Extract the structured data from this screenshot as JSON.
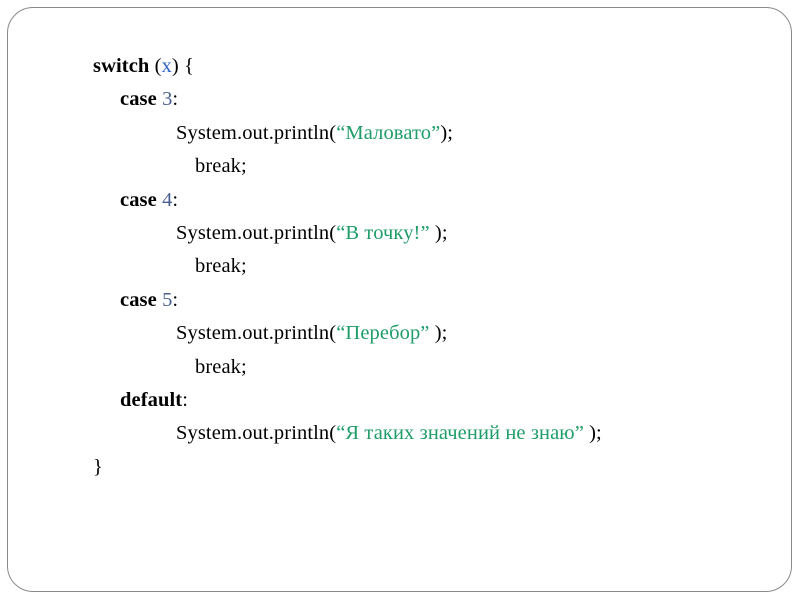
{
  "slide": {
    "background_color": "#ffffff",
    "border_color": "#8a8a8a",
    "accent_keyword_color": "#000000",
    "string_color": "#1f9d68",
    "number_color": "#4a6090",
    "variable_color": "#2f62c4"
  },
  "code": {
    "language": "Java",
    "lines": [
      {
        "id": "line-switch",
        "indent": 0,
        "tokens": [
          {
            "kind": "kw",
            "text": "switch"
          },
          {
            "kind": "plain",
            "text": " ("
          },
          {
            "kind": "var",
            "text": "x"
          },
          {
            "kind": "plain",
            "text": ") {"
          }
        ]
      },
      {
        "id": "line-case-3",
        "indent": 1,
        "tokens": [
          {
            "kind": "kw",
            "text": "case"
          },
          {
            "kind": "plain",
            "text": " "
          },
          {
            "kind": "num",
            "text": "3"
          },
          {
            "kind": "plain",
            "text": ":"
          }
        ]
      },
      {
        "id": "line-println-3",
        "indent": 2,
        "tokens": [
          {
            "kind": "plain",
            "text": "System.out.println("
          },
          {
            "kind": "str",
            "text": "“Маловато”"
          },
          {
            "kind": "plain",
            "text": ");"
          }
        ]
      },
      {
        "id": "line-break-3",
        "indent": 3,
        "tokens": [
          {
            "kind": "plain",
            "text": "break;"
          }
        ]
      },
      {
        "id": "line-case-4",
        "indent": 1,
        "tokens": [
          {
            "kind": "kw",
            "text": "case"
          },
          {
            "kind": "plain",
            "text": " "
          },
          {
            "kind": "num",
            "text": "4"
          },
          {
            "kind": "plain",
            "text": ":"
          }
        ]
      },
      {
        "id": "line-println-4",
        "indent": 2,
        "tokens": [
          {
            "kind": "plain",
            "text": "System.out.println("
          },
          {
            "kind": "str",
            "text": "“В точку!”"
          },
          {
            "kind": "plain",
            "text": " );"
          }
        ]
      },
      {
        "id": "line-break-4",
        "indent": 3,
        "tokens": [
          {
            "kind": "plain",
            "text": "break;"
          }
        ]
      },
      {
        "id": "line-case-5",
        "indent": 1,
        "tokens": [
          {
            "kind": "kw",
            "text": "case"
          },
          {
            "kind": "plain",
            "text": " "
          },
          {
            "kind": "num",
            "text": "5"
          },
          {
            "kind": "plain",
            "text": ":"
          }
        ]
      },
      {
        "id": "line-println-5",
        "indent": 2,
        "tokens": [
          {
            "kind": "plain",
            "text": "System.out.println("
          },
          {
            "kind": "str",
            "text": "“Перебор”"
          },
          {
            "kind": "plain",
            "text": " );"
          }
        ]
      },
      {
        "id": "line-break-5",
        "indent": 3,
        "tokens": [
          {
            "kind": "plain",
            "text": "break;"
          }
        ]
      },
      {
        "id": "line-default",
        "indent": 1,
        "tokens": [
          {
            "kind": "kw",
            "text": "default"
          },
          {
            "kind": "plain",
            "text": ":"
          }
        ]
      },
      {
        "id": "line-println-default",
        "indent": 2,
        "tokens": [
          {
            "kind": "plain",
            "text": "System.out.println("
          },
          {
            "kind": "str",
            "text": "“Я таких значений не знаю”"
          },
          {
            "kind": "plain",
            "text": " );"
          }
        ]
      },
      {
        "id": "line-close-brace",
        "indent": 0,
        "tokens": [
          {
            "kind": "plain",
            "text": "}"
          }
        ]
      }
    ]
  }
}
